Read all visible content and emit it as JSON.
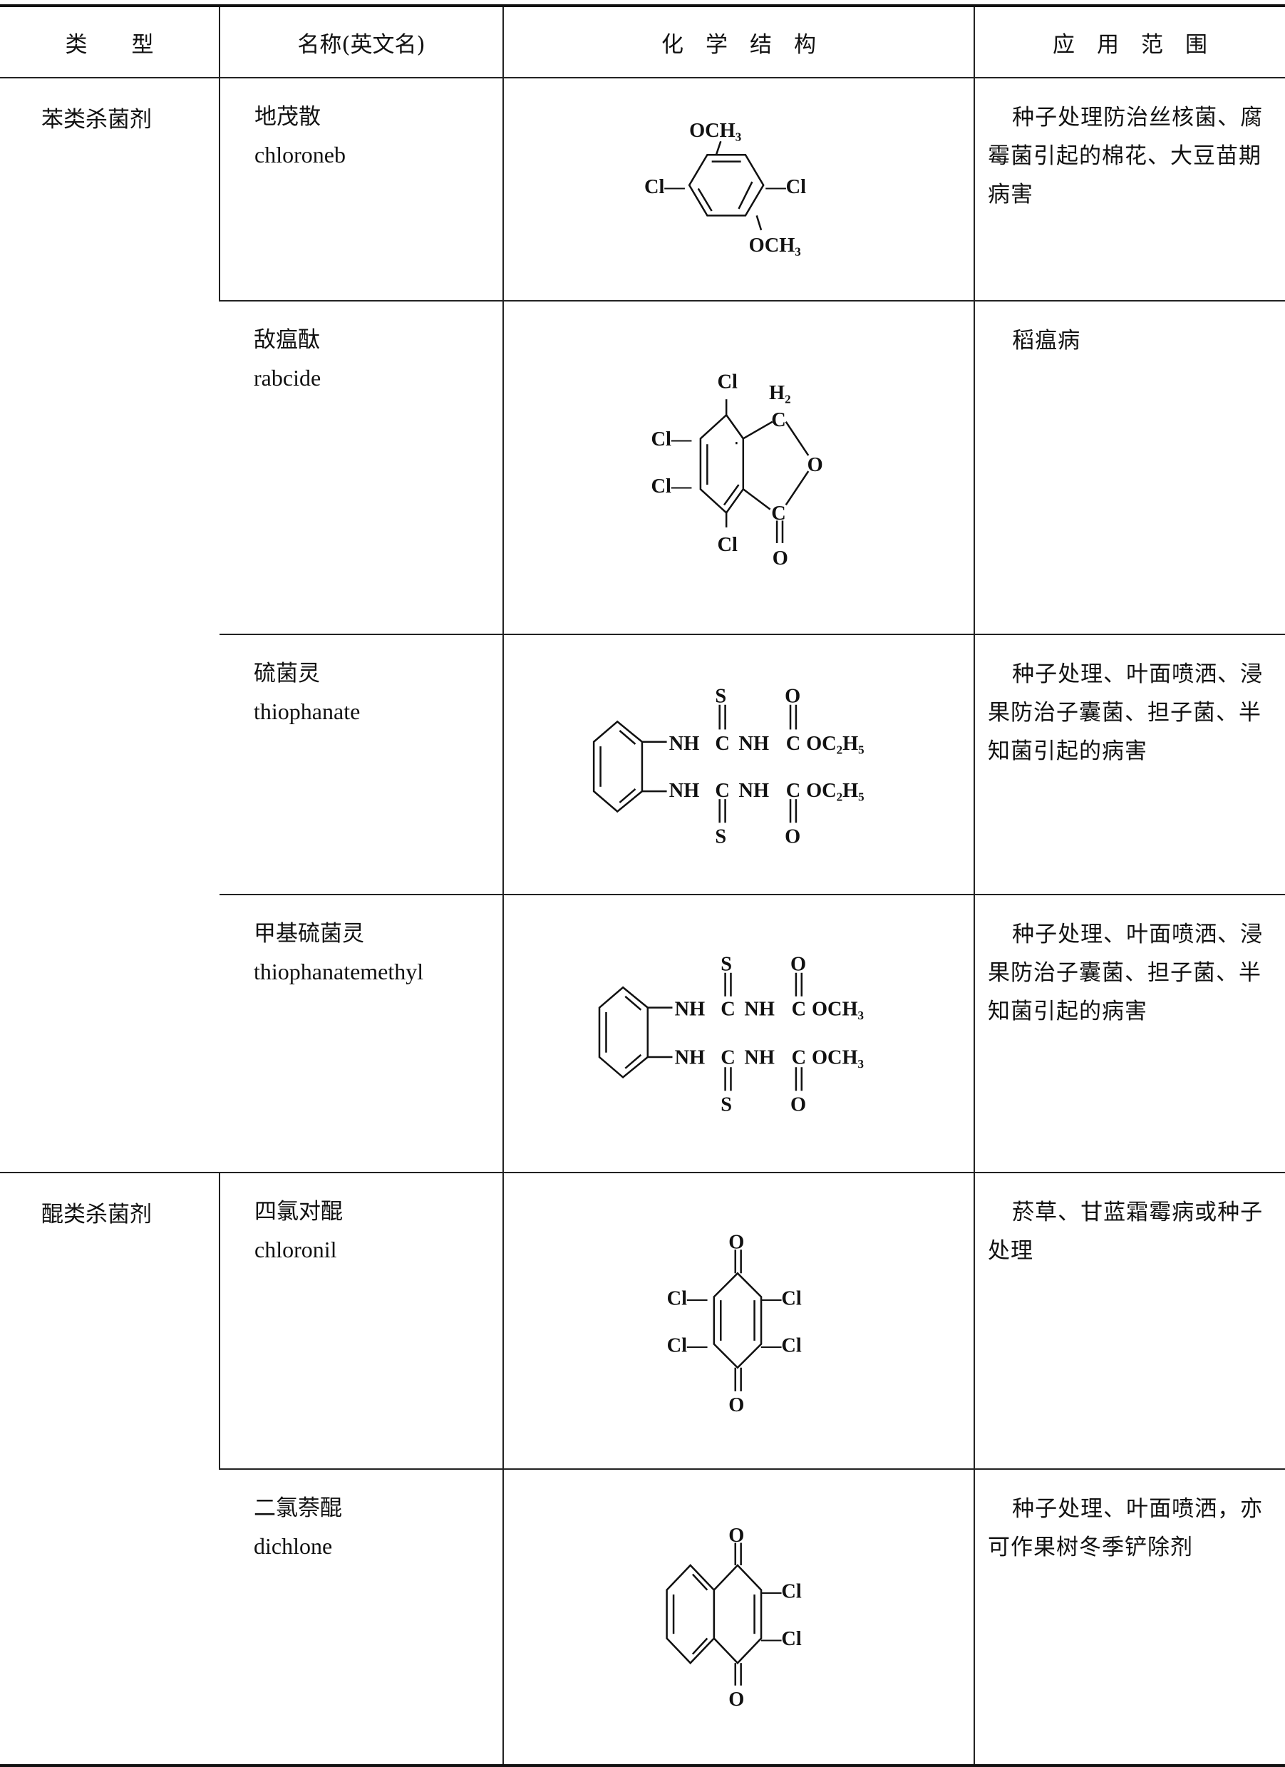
{
  "headers": [
    "类　　型",
    "名称(英文名)",
    "化　学　结　构",
    "应　用　范　围"
  ],
  "groups": [
    {
      "type": "苯类杀菌剂"
    },
    {
      "type": "醌类杀菌剂"
    }
  ],
  "rows": [
    {
      "name_cn": "地茂散",
      "name_en": "chloroneb",
      "application": "种子处理防治丝核菌、腐霉菌引起的棉花、大豆苗期病害",
      "structure": {
        "och3_top": "OCH₃",
        "och3_bottom": "OCH₃",
        "cl_left": "Cl—",
        "cl_right": "—Cl"
      }
    },
    {
      "name_cn": "敌瘟酞",
      "name_en": "rabcide",
      "application": "稻瘟病",
      "structure": {
        "cl_top": "Cl",
        "cl_left1": "Cl—",
        "cl_left2": "Cl—",
        "cl_bottom": "Cl",
        "h2": "H₂",
        "c1": "C",
        "o_ring": "O",
        "c2": "C",
        "o_keto": "O"
      }
    },
    {
      "name_cn": "硫菌灵",
      "name_en": "thiophanate",
      "application": "种子处理、叶面喷洒、浸果防治子囊菌、担子菌、半知菌引起的病害",
      "structure": {
        "nh": "NH",
        "c": "C",
        "s": "S",
        "o": "O",
        "ester": "OC₂H₅"
      }
    },
    {
      "name_cn": "甲基硫菌灵",
      "name_en": "thiophanatemethyl",
      "application": "种子处理、叶面喷洒、浸果防治子囊菌、担子菌、半知菌引起的病害",
      "structure": {
        "nh": "NH",
        "c": "C",
        "s": "S",
        "o": "O",
        "ester": "OCH₃"
      }
    },
    {
      "name_cn": "四氯对醌",
      "name_en": "chloronil",
      "application": "菸草、甘蓝霜霉病或种子处理",
      "structure": {
        "o_top": "O",
        "o_bottom": "O",
        "cl_l1": "Cl—",
        "cl_l2": "Cl—",
        "cl_r1": "—Cl",
        "cl_r2": "—Cl"
      }
    },
    {
      "name_cn": "二氯萘醌",
      "name_en": "dichlone",
      "application": "种子处理、叶面喷洒，亦可作果树冬季铲除剂",
      "structure": {
        "o_top": "O",
        "o_bottom": "O",
        "cl_1": "—Cl",
        "cl_2": "—Cl"
      }
    }
  ]
}
